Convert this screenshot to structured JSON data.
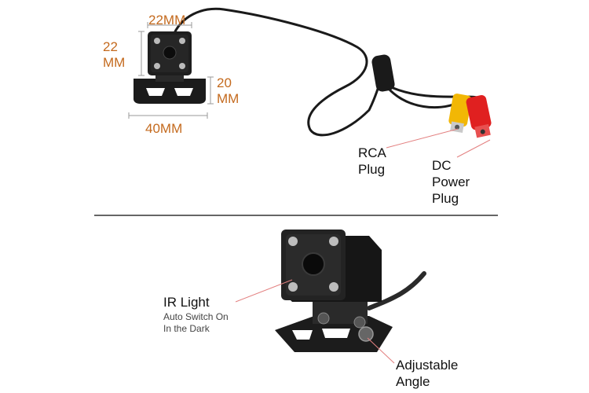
{
  "top": {
    "dimensions": {
      "width_top": "22MM",
      "height_left_line1": "22",
      "height_left_line2": "MM",
      "bracket_height_line1": "20",
      "bracket_height_line2": "MM",
      "width_bottom": "40MM"
    },
    "callouts": {
      "rca_line1": "RCA",
      "rca_line2": "Plug",
      "dc_line1": "DC",
      "dc_line2": "Power",
      "dc_line3": "Plug"
    },
    "colors": {
      "dimension_text": "#c46a1e",
      "rca_connector": "#f2b705",
      "dc_connector": "#e02020"
    }
  },
  "bottom": {
    "callouts": {
      "ir_title": "IR Light",
      "ir_sub1": "Auto Switch On",
      "ir_sub2": "In the Dark",
      "adjustable_line1": "Adjustable",
      "adjustable_line2": "Angle"
    }
  }
}
